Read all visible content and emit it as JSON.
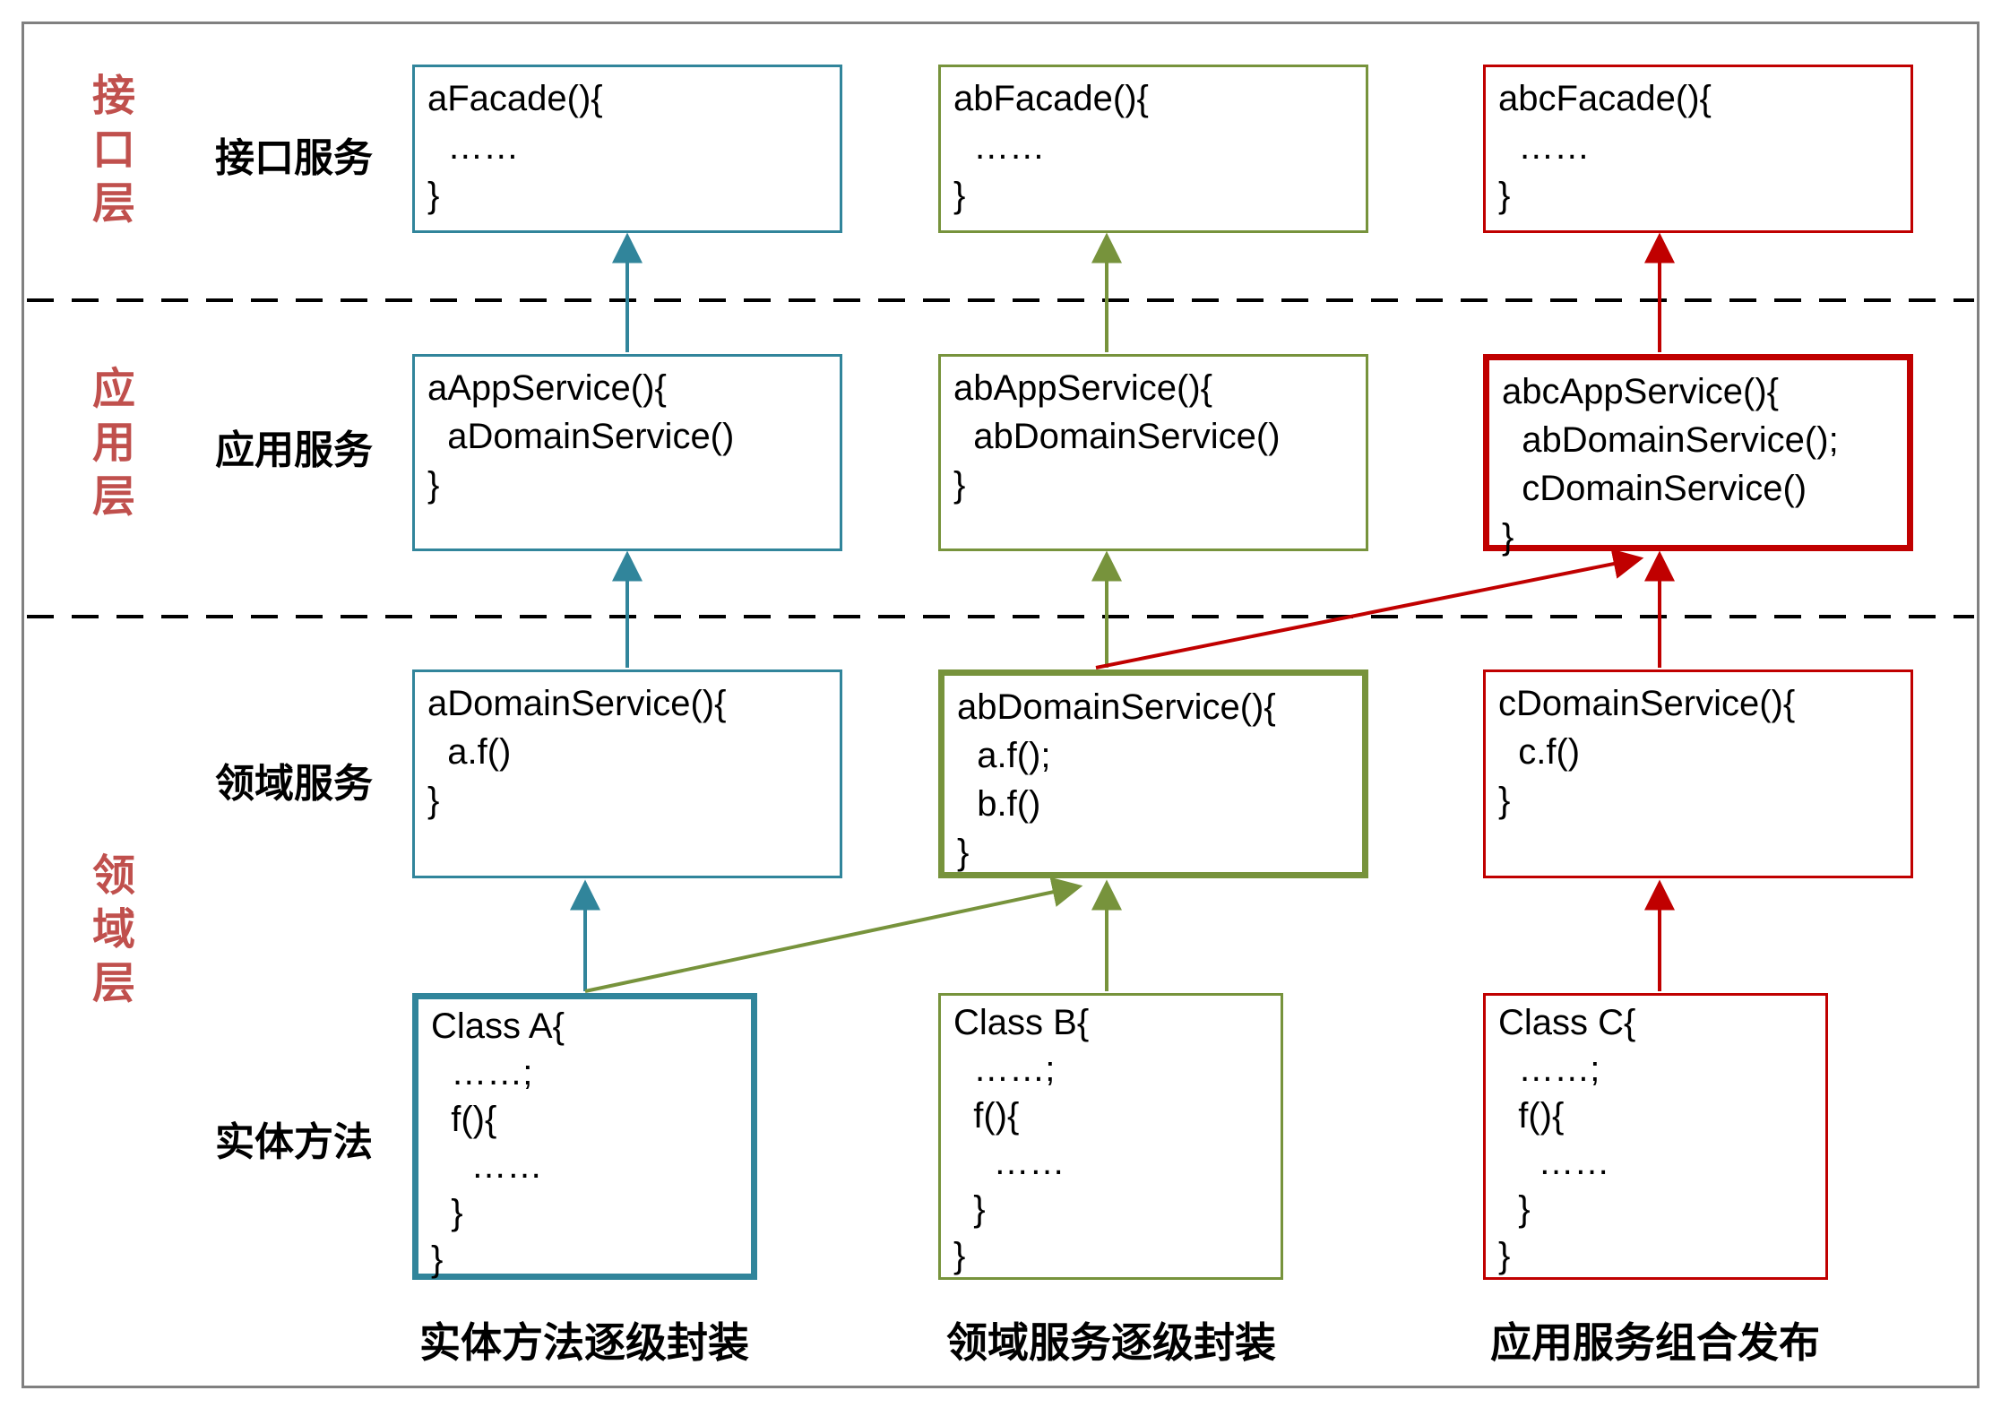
{
  "diagram": {
    "layer_labels": [
      {
        "id": "interface-layer",
        "label": "接口层"
      },
      {
        "id": "application-layer",
        "label": "应用层"
      },
      {
        "id": "domain-layer",
        "label": "领域层"
      }
    ],
    "row_labels": [
      {
        "id": "interface-service",
        "label": "接口服务"
      },
      {
        "id": "app-service",
        "label": "应用服务"
      },
      {
        "id": "domain-service",
        "label": "领域服务"
      },
      {
        "id": "entity-method",
        "label": "实体方法"
      }
    ],
    "boxes": {
      "a_facade": {
        "code": [
          "aFacade(){",
          "  ……",
          "}"
        ]
      },
      "ab_facade": {
        "code": [
          "abFacade(){",
          "  ……",
          "}"
        ]
      },
      "abc_facade": {
        "code": [
          "abcFacade(){",
          "  ……",
          "}"
        ]
      },
      "a_app_service": {
        "code": [
          "aAppService(){",
          "  aDomainService()",
          "}"
        ]
      },
      "ab_app_service": {
        "code": [
          "abAppService(){",
          "  abDomainService()",
          "}"
        ]
      },
      "abc_app_service": {
        "code": [
          "abcAppService(){",
          "  abDomainService();",
          "  cDomainService()",
          "}"
        ]
      },
      "a_domain_service": {
        "code": [
          "aDomainService(){",
          "  a.f()",
          "}"
        ]
      },
      "ab_domain_service": {
        "code": [
          "abDomainService(){",
          "  a.f();",
          "  b.f()",
          "}"
        ]
      },
      "c_domain_service": {
        "code": [
          "cDomainService(){",
          "  c.f()",
          "}"
        ]
      },
      "class_a": {
        "code": [
          "Class A{",
          "  ……;",
          "  f(){",
          "    ……",
          "  }",
          "}"
        ]
      },
      "class_b": {
        "code": [
          "Class B{",
          "  ……;",
          "  f(){",
          "    ……",
          "  }",
          "}"
        ]
      },
      "class_c": {
        "code": [
          "Class C{",
          "  ……;",
          "  f(){",
          "    ……",
          "  }",
          "}"
        ]
      }
    },
    "captions": [
      {
        "id": "entity",
        "label": "实体方法逐级封装"
      },
      {
        "id": "domain",
        "label": "领域服务逐级封装"
      },
      {
        "id": "app",
        "label": "应用服务组合发布"
      }
    ],
    "colors": {
      "column_a_accent": "#31859B",
      "column_b_accent": "#77933C",
      "column_c_accent": "#C00000",
      "layer_label_red": "#C0504D",
      "frame_gray": "#808080",
      "dashed_line": "#000000",
      "text": "#000000"
    }
  }
}
